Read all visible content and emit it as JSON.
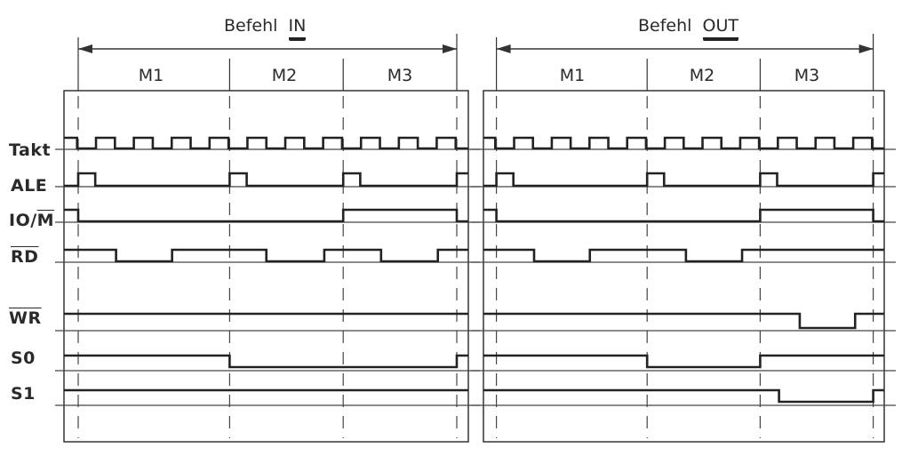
{
  "panels": [
    {
      "title_prefix": "Befehl",
      "title_op": "IN",
      "cycles": [
        "M1",
        "M2",
        "M3"
      ],
      "cycle_clocks": [
        4,
        3,
        3
      ],
      "waveforms": {
        "takt": "clock",
        "ale": [
          [
            -0.37,
            0
          ],
          [
            0,
            1
          ],
          [
            0.45,
            0
          ],
          [
            4,
            1
          ],
          [
            4.45,
            0
          ],
          [
            7,
            1
          ],
          [
            7.45,
            0
          ],
          [
            10,
            1
          ]
        ],
        "io_m": [
          [
            -0.37,
            1
          ],
          [
            0,
            0
          ],
          [
            7,
            1
          ],
          [
            10,
            0
          ]
        ],
        "rd": [
          [
            -0.37,
            1
          ],
          [
            1,
            0
          ],
          [
            2.48,
            1
          ],
          [
            4.97,
            0
          ],
          [
            6.5,
            1
          ],
          [
            8,
            0
          ],
          [
            9.5,
            1
          ]
        ],
        "wr": [
          [
            -0.37,
            1
          ]
        ],
        "s0": [
          [
            -0.37,
            1
          ],
          [
            4,
            0
          ],
          [
            10,
            1
          ]
        ],
        "s1": [
          [
            -0.37,
            1
          ]
        ]
      }
    },
    {
      "title_prefix": "Befehl",
      "title_op": "OUT",
      "cycles": [
        "M1",
        "M2",
        "M3"
      ],
      "cycle_clocks": [
        4,
        3,
        3
      ],
      "waveforms": {
        "takt": "clock",
        "ale": [
          [
            -0.37,
            0
          ],
          [
            0,
            1
          ],
          [
            0.45,
            0
          ],
          [
            4,
            1
          ],
          [
            4.45,
            0
          ],
          [
            7,
            1
          ],
          [
            7.45,
            0
          ],
          [
            10,
            1
          ]
        ],
        "io_m": [
          [
            -0.37,
            1
          ],
          [
            0,
            0
          ],
          [
            7,
            1
          ],
          [
            10,
            0
          ]
        ],
        "rd": [
          [
            -0.37,
            1
          ],
          [
            1,
            0
          ],
          [
            2.48,
            1
          ],
          [
            5.03,
            0
          ],
          [
            6.52,
            1
          ]
        ],
        "wr": [
          [
            -0.37,
            1
          ],
          [
            8.05,
            0
          ],
          [
            9.52,
            1
          ]
        ],
        "s0": [
          [
            -0.37,
            1
          ],
          [
            4,
            0
          ],
          [
            7,
            1
          ]
        ],
        "s1": [
          [
            -0.37,
            1
          ],
          [
            7.5,
            0
          ],
          [
            10,
            1
          ]
        ]
      }
    }
  ],
  "signals": [
    {
      "key": "takt",
      "label": "Takt",
      "overline": false
    },
    {
      "key": "ale",
      "label": "ALE",
      "overline": false
    },
    {
      "key": "io_m",
      "label_a": "IO/",
      "label_b": "M",
      "overline": "partial"
    },
    {
      "key": "rd",
      "label": "RD",
      "overline": true
    },
    {
      "key": "wr",
      "label": "WR",
      "overline": true
    },
    {
      "key": "s0",
      "label": "S0",
      "overline": false
    },
    {
      "key": "s1",
      "label": "S1",
      "overline": false
    }
  ]
}
